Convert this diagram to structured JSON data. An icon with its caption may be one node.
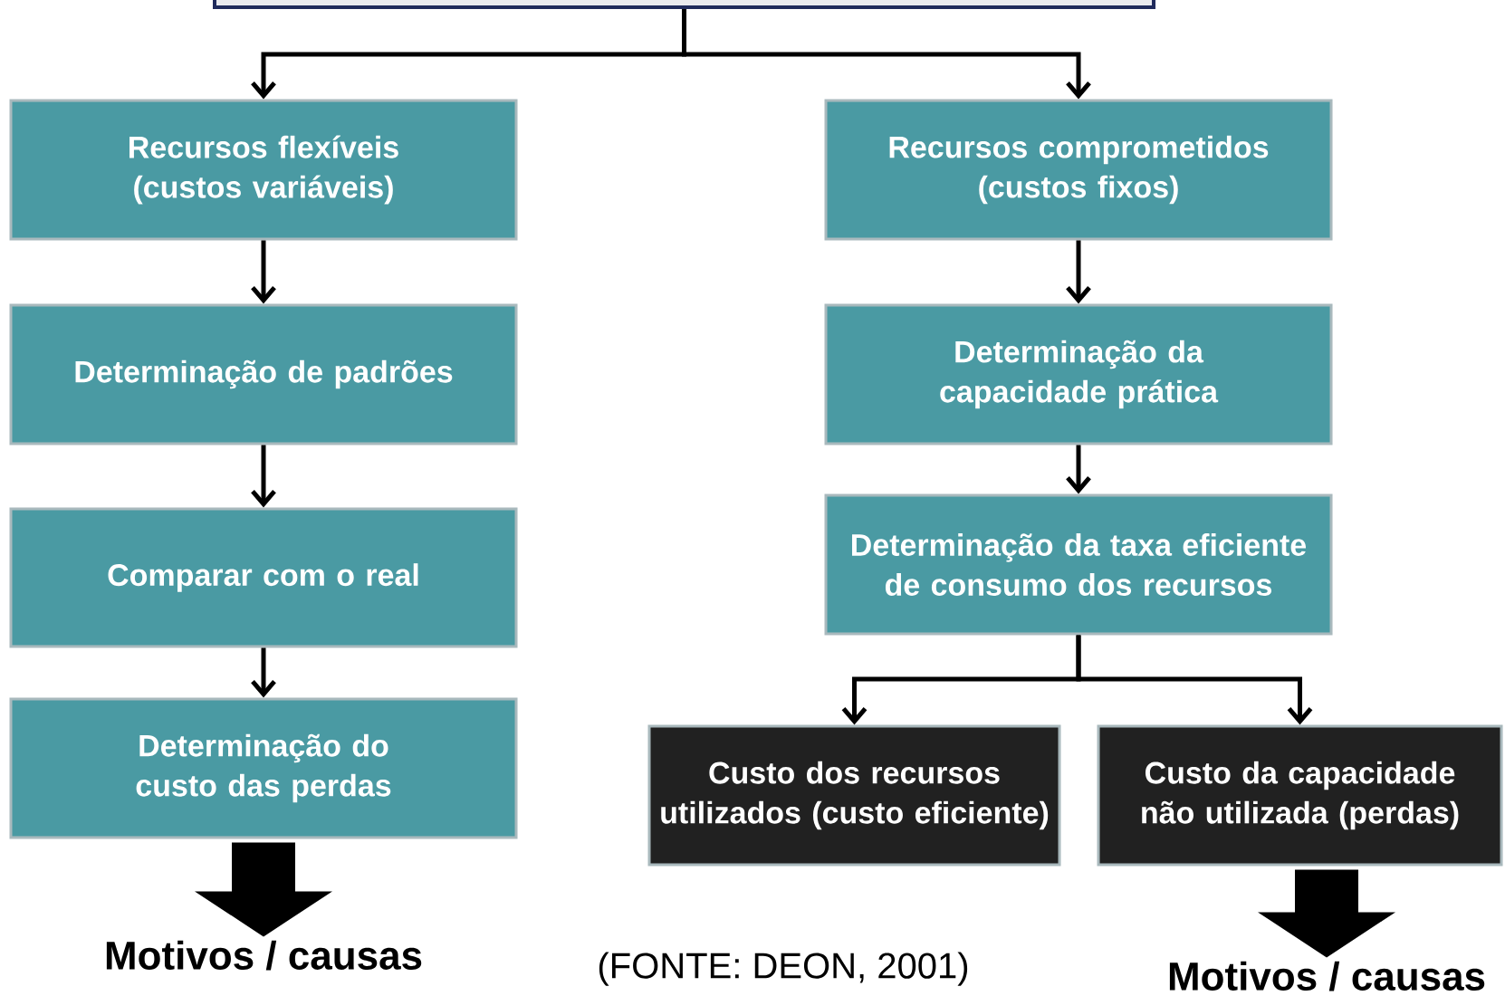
{
  "diagram": {
    "nodes": [
      {
        "text": [],
        "shape": "box"
      },
      {
        "text": [
          "Recursos flexíveis (custos variáveis)"
        ]
      },
      {
        "text": [
          "Determinação de padrões"
        ]
      },
      {
        "text": [
          "Comparar com o real"
        ]
      },
      {
        "text": [
          "Determinação do custo das perdas"
        ]
      },
      {
        "text": [
          "Recursos comprometidos (custos fixos)"
        ]
      },
      {
        "text": [
          "Determinação da capacidade prática"
        ]
      },
      {
        "text": [
          "Determinação da taxa eficiente de consumo dos recursos"
        ]
      },
      {
        "text": [
          "Custo dos recursos utilizados (custo eficiente)"
        ]
      },
      {
        "text": [
          "Custo da capacidade não utilizada (perdas)"
        ]
      },
      {
        "text": [
          "Motivos / causas"
        ]
      },
      {
        "text": [
          "Motivos / causas"
        ]
      }
    ],
    "edges": [
      {
        "from": 0,
        "to": 1,
        "arrow": "to"
      },
      {
        "from": 0,
        "to": 5,
        "arrow": "to"
      },
      {
        "from": 1,
        "to": 2,
        "arrow": "to"
      },
      {
        "from": 2,
        "to": 3,
        "arrow": "to"
      },
      {
        "from": 3,
        "to": 4,
        "arrow": "to"
      },
      {
        "from": 5,
        "to": 6,
        "arrow": "to"
      },
      {
        "from": 6,
        "to": 7,
        "arrow": "to"
      },
      {
        "from": 7,
        "to": 8,
        "arrow": "to"
      },
      {
        "from": 7,
        "to": 9,
        "arrow": "to"
      },
      {
        "from": 4,
        "to": 10,
        "arrow": "to",
        "style": "thick"
      },
      {
        "from": 9,
        "to": 11,
        "arrow": "to",
        "style": "thick"
      }
    ],
    "labels": [
      "(FONTE: DEON, 2001)"
    ]
  }
}
